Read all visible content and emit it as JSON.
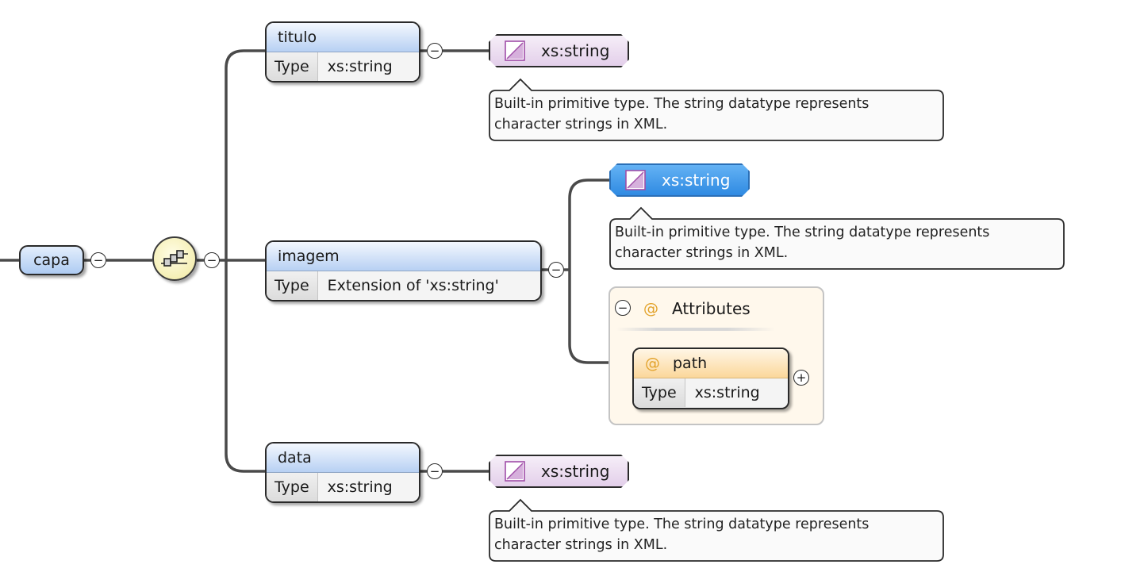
{
  "root": {
    "name": "capa"
  },
  "type_key": "Type",
  "elements": [
    {
      "name": "titulo",
      "type": "xs:string",
      "type_node": {
        "label": "xs:string",
        "selected": false
      },
      "annotation": {
        "line1": "Built-in primitive type. The string datatype represents",
        "line2": "character strings in XML."
      }
    },
    {
      "name": "imagem",
      "type": "Extension of 'xs:string'",
      "type_node": {
        "label": "xs:string",
        "selected": true
      },
      "annotation": {
        "line1": "Built-in primitive type. The string datatype represents",
        "line2": "character strings in XML."
      },
      "attributes": {
        "group_label": "Attributes",
        "symbol": "@",
        "items": [
          {
            "name": "path",
            "type": "xs:string"
          }
        ]
      }
    },
    {
      "name": "data",
      "type": "xs:string",
      "type_node": {
        "label": "xs:string",
        "selected": false
      },
      "annotation": {
        "line1": "Built-in primitive type. The string datatype represents",
        "line2": "character strings in XML."
      }
    }
  ],
  "toggles": {
    "collapse": "−",
    "expand": "+"
  },
  "colors": {
    "element_header": "#b7d0f3",
    "type_node": "#e3cfea",
    "type_node_selected": "#2f8ae2",
    "compositor": "#f5efb5",
    "attribute_header": "#fbd79a",
    "attribute_group_bg": "#fff8ec"
  }
}
